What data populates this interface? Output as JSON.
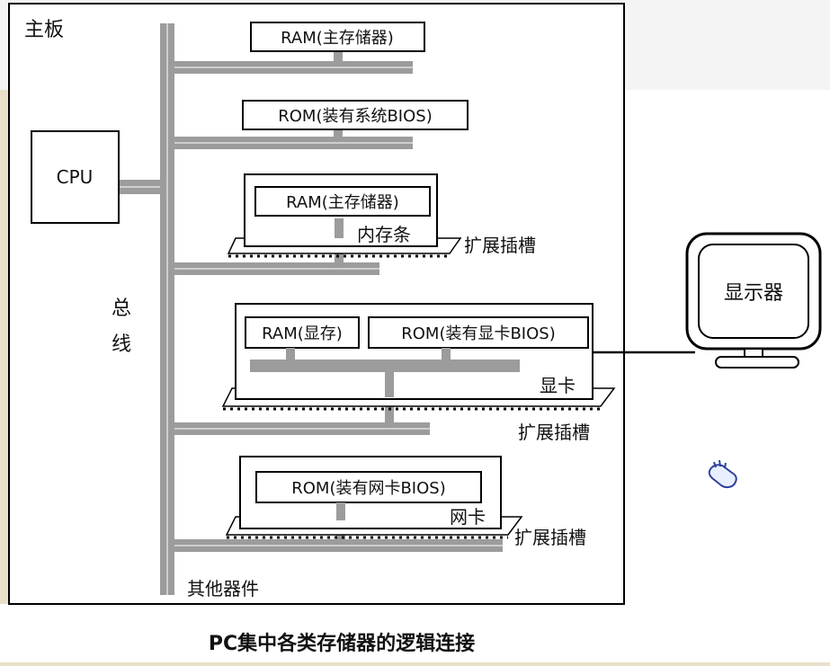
{
  "diagram": {
    "board_label": "主板",
    "cpu": "CPU",
    "bus_label_1": "总",
    "bus_label_2": "线",
    "ram_top": "RAM(主存储器)",
    "rom_bios": "ROM(装有系统BIOS)",
    "ram_module": "RAM(主存储器)",
    "module_label": "内存条",
    "slot_label": "扩展插槽",
    "vram": "RAM(显存)",
    "video_rom": "ROM(装有显卡BIOS)",
    "video_card": "显卡",
    "net_rom": "ROM(装有网卡BIOS)",
    "net_card": "网卡",
    "others": "其他器件",
    "monitor": "显示器",
    "caption": "PC集中各类存储器的逻辑连接"
  },
  "colors": {
    "background": "#e8e0c8",
    "board": "#ffffff",
    "bus": "#9c9c9c",
    "line": "#000000"
  },
  "icons": [
    "hand-pointer-icon"
  ]
}
